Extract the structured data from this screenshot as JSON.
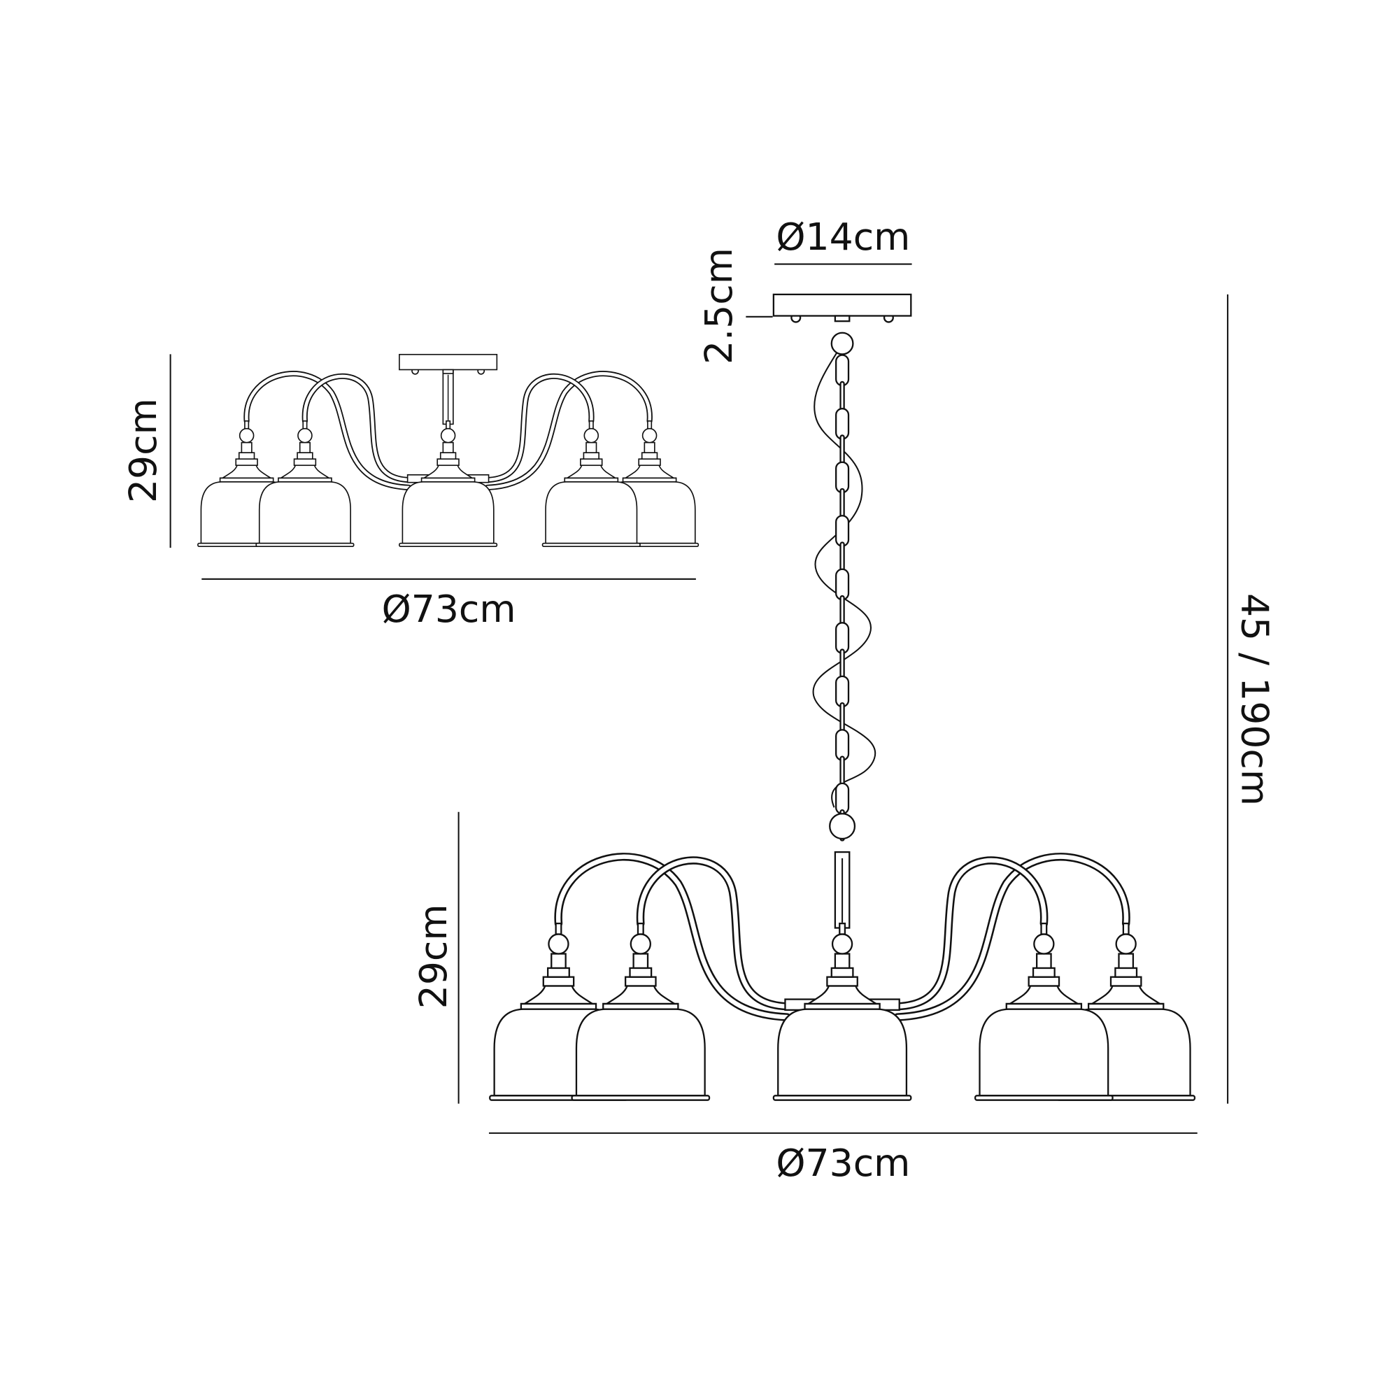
{
  "flush_view": {
    "height_label": "29cm",
    "diameter_label": "Ø73cm"
  },
  "pendant_view": {
    "canopy_diameter_label": "Ø14cm",
    "canopy_height_label": "2.5cm",
    "overall_height_label": "45 / 190cm",
    "body_height_label": "29cm",
    "diameter_label": "Ø73cm"
  },
  "colors": {
    "line": "#111111",
    "background": "#ffffff"
  }
}
